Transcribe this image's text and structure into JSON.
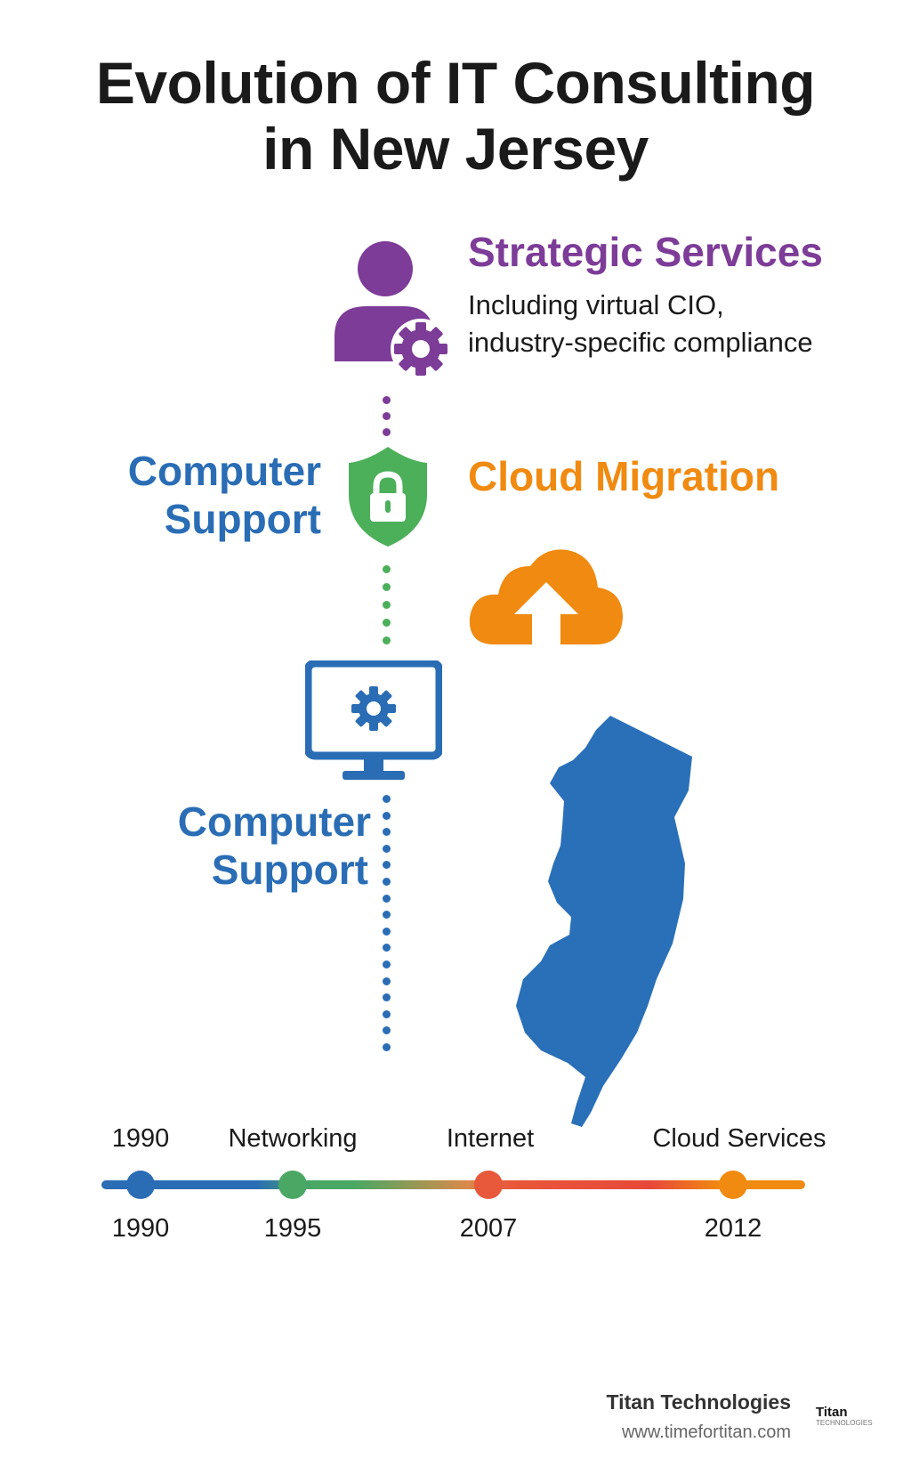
{
  "title": {
    "line1": "Evolution of IT Consulting",
    "line2": "in New Jersey"
  },
  "stages": {
    "strategic": {
      "heading": "Strategic Services",
      "desc_line1": "Including virtual CIO,",
      "desc_line2": "industry-specific compliance",
      "icon": "user-gear-icon",
      "color": "#7d3c98"
    },
    "security": {
      "heading_line1": "Computer",
      "heading_line2": "Support",
      "icon": "shield-lock-icon",
      "color": "#4caf5a",
      "heading_color": "#2a6db5"
    },
    "cloud": {
      "heading": "Cloud Migration",
      "icon": "cloud-upload-icon",
      "color": "#f08a10"
    },
    "support": {
      "heading_line1": "Computer",
      "heading_line2": "Support",
      "icon": "monitor-gear-icon",
      "color": "#2a6db5"
    }
  },
  "map": {
    "label": "new-jersey-map",
    "color": "#2a70b8"
  },
  "timeline": {
    "top_labels": [
      "1990",
      "Networking",
      "Internet",
      "Cloud Services"
    ],
    "years": [
      "1990",
      "1995",
      "2007",
      "2012"
    ],
    "colors": [
      "#2a6db5",
      "#4aa864",
      "#e8583a",
      "#f08a10"
    ]
  },
  "footer": {
    "company": "Titan Technologies",
    "url": "www.timefortitan.com",
    "logo_text": "Titan",
    "logo_sub": "TECHNOLOGIES"
  }
}
